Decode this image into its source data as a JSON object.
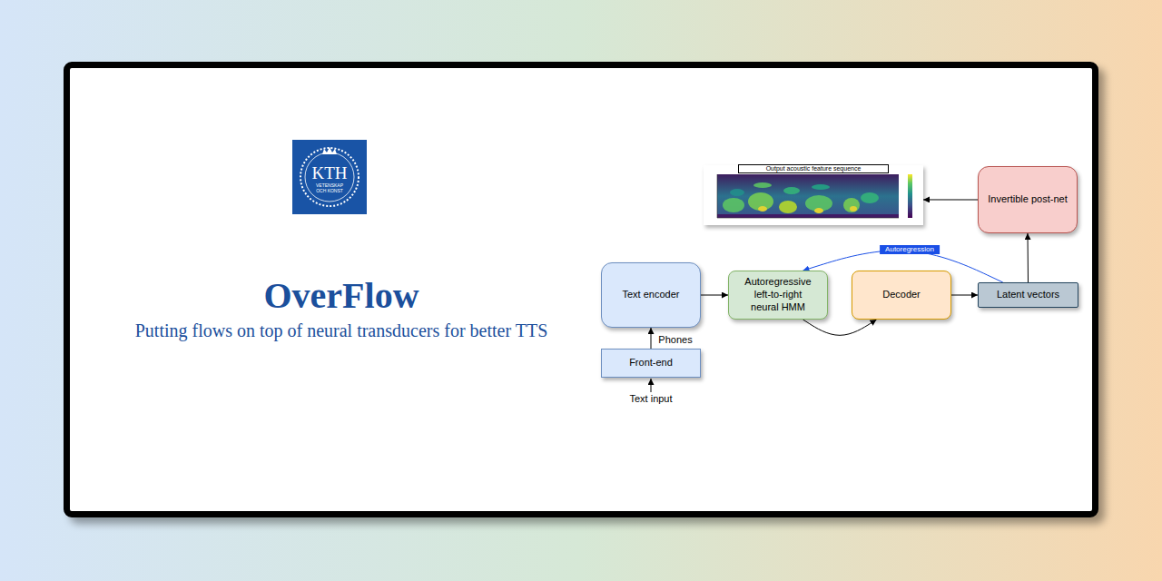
{
  "diagram": {
    "title": "OverFlow",
    "nodes": [
      {
        "text": [
          "KTH",
          "VETENSKAP OCH KONST"
        ]
      },
      {
        "text": [
          "Output acoustic feature sequence"
        ]
      },
      {
        "text": [
          "Invertible post-net"
        ]
      },
      {
        "text": [
          "Text encoder"
        ]
      },
      {
        "text": [
          "Autoregressive left-to-right neural HMM"
        ]
      },
      {
        "text": [
          "Decoder"
        ]
      },
      {
        "text": [
          "Latent vectors"
        ]
      },
      {
        "text": [
          "Front-end"
        ]
      }
    ],
    "edges": [
      {
        "from": 7,
        "to": 3,
        "arrow": "to",
        "label": "Phones"
      },
      {
        "from": 3,
        "to": 4,
        "arrow": "to"
      },
      {
        "from": 4,
        "to": 5,
        "arrow": "to"
      },
      {
        "from": 5,
        "to": 6,
        "arrow": "to"
      },
      {
        "from": 6,
        "to": 4,
        "arrow": "to",
        "label": "Autoregression"
      },
      {
        "from": 6,
        "to": 2,
        "arrow": "to"
      },
      {
        "from": 2,
        "to": 1,
        "arrow": "to"
      }
    ],
    "labels": [
      "Putting flows on top of neural transducers for better TTS",
      "Text input"
    ]
  }
}
